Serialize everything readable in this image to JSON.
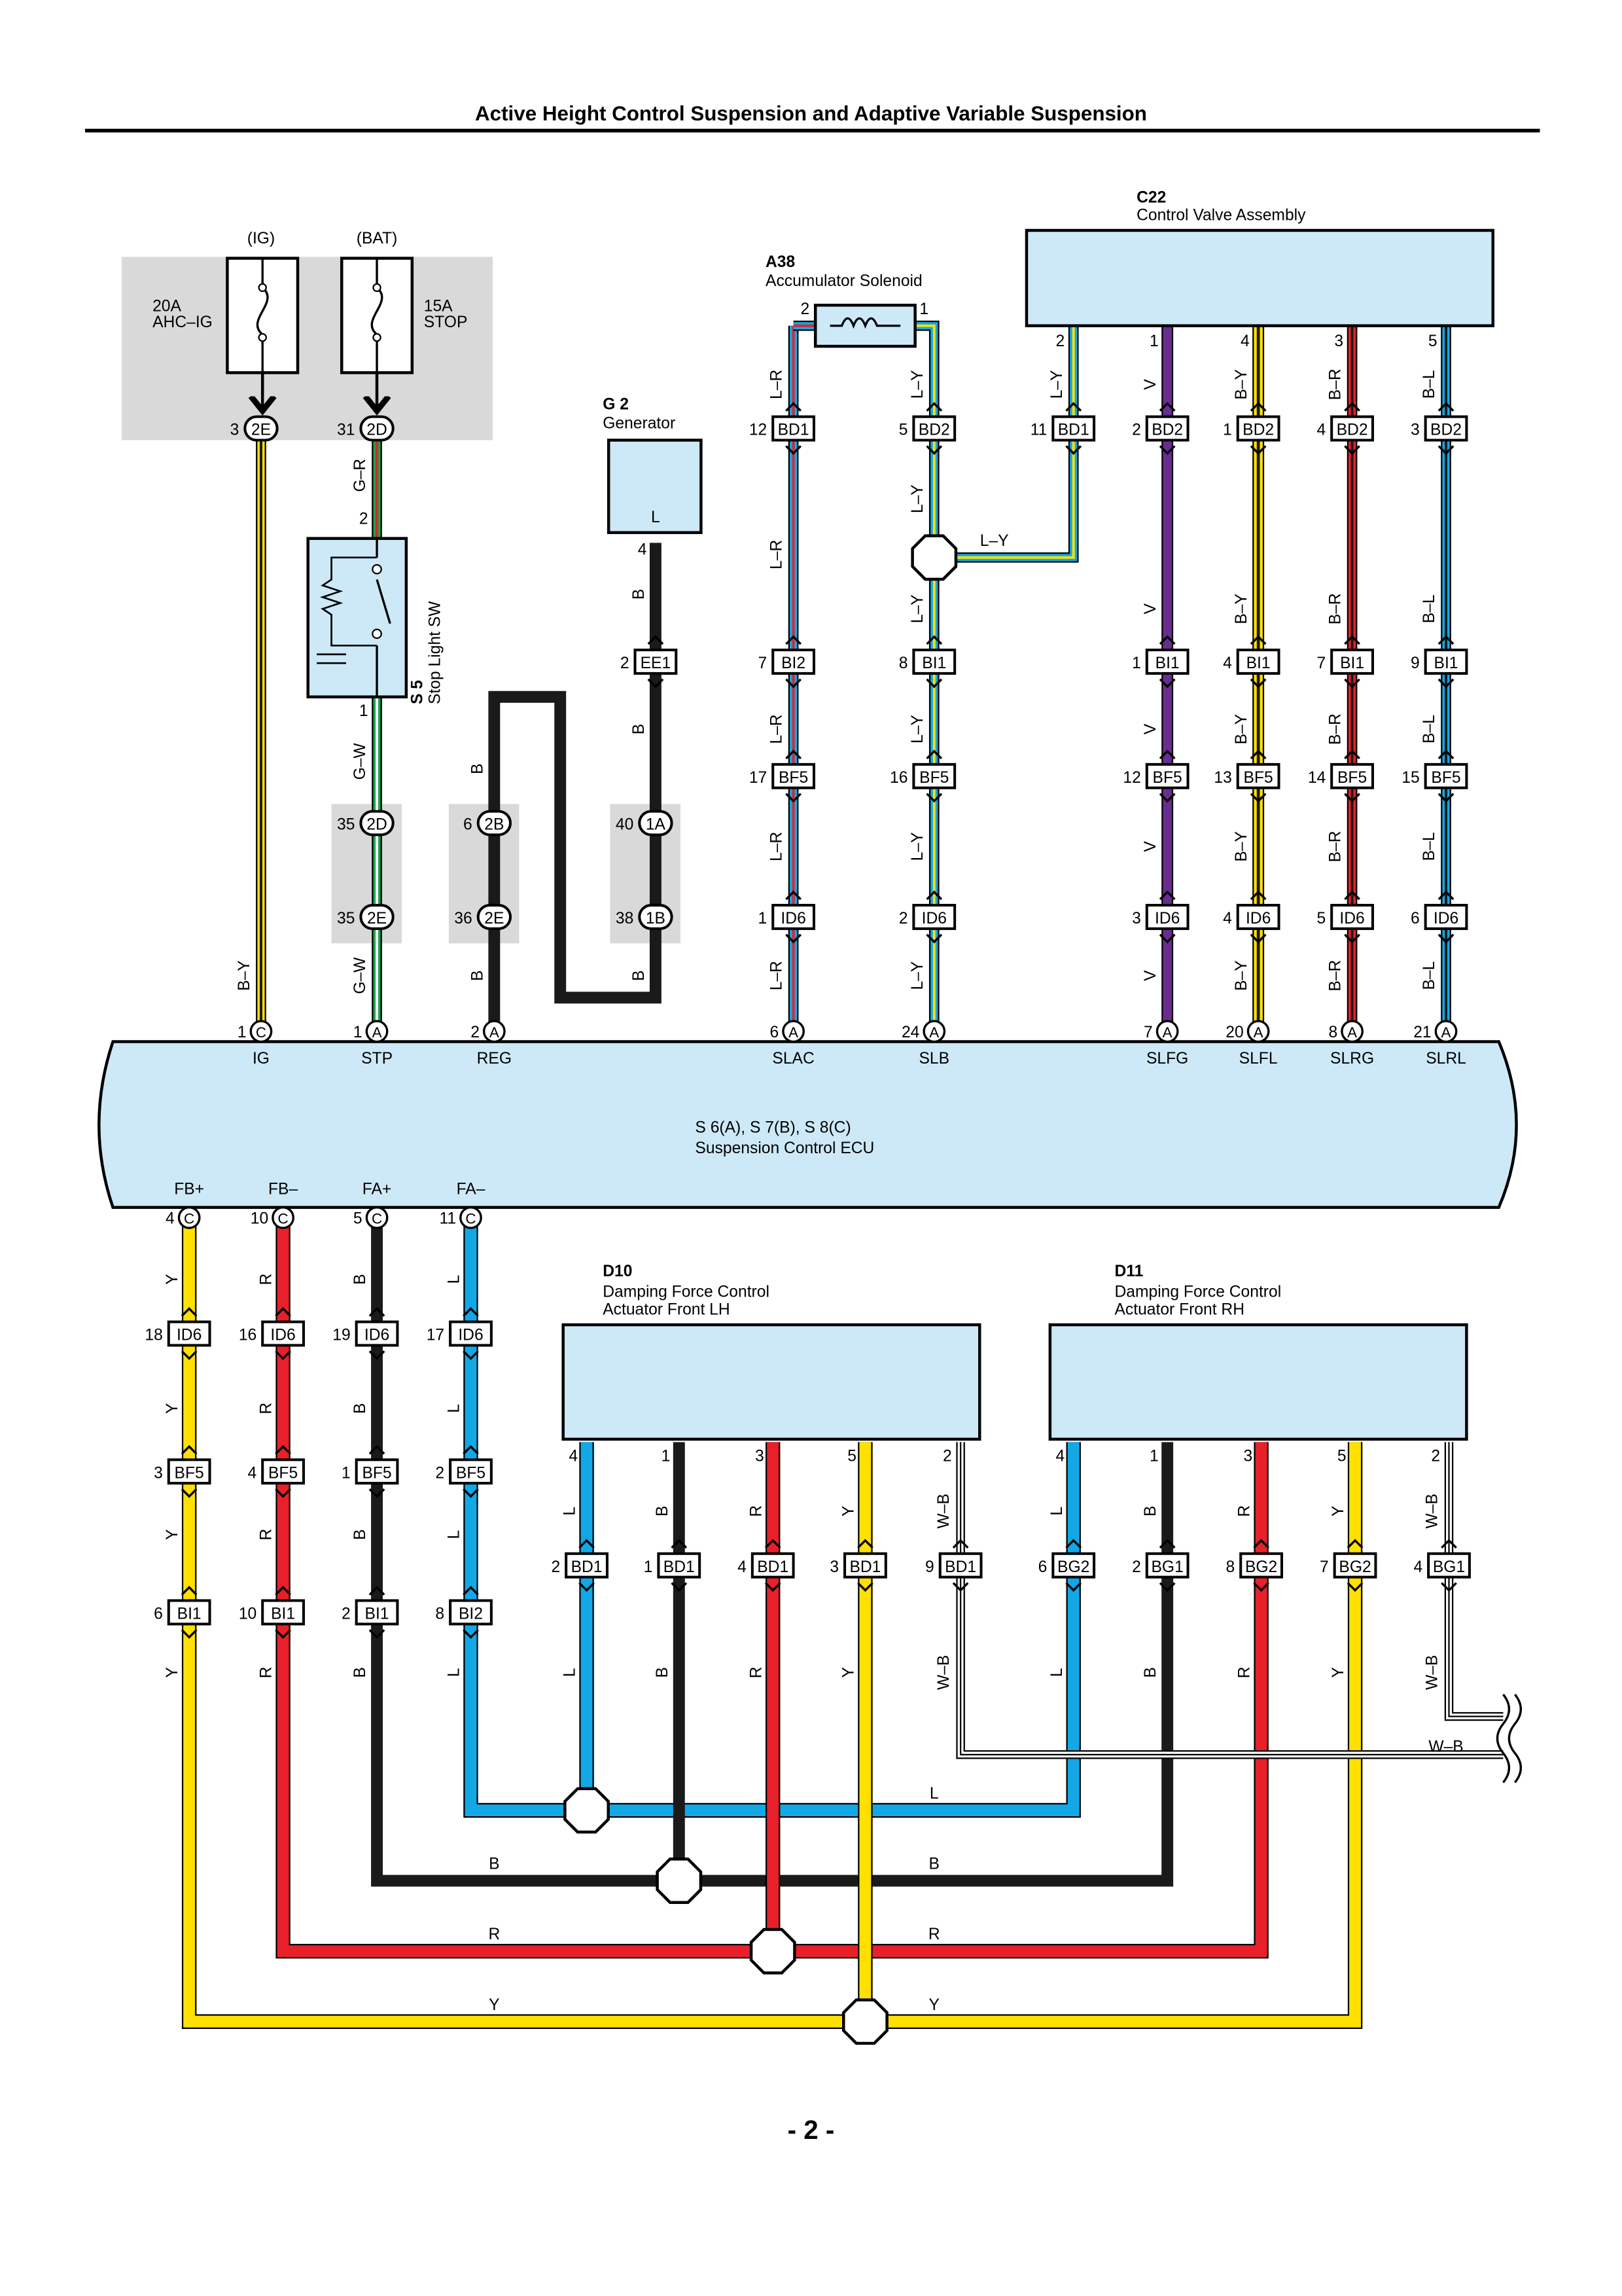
{
  "page": {
    "title": "Active Height Control Suspension and Adaptive Variable Suspension",
    "page_number": "- 2 -"
  },
  "colors": {
    "Y": "#ffe000",
    "R": "#e8202a",
    "B": "#1a1a1a",
    "L": "#12a8e6",
    "V": "#6a2c91",
    "G": "#1aa34a",
    "W": "#ffffff",
    "box": "#cde9f7",
    "shade": "#d9d9d9"
  },
  "fuses": [
    {
      "id": "ig",
      "supply": "(IG)",
      "rating": "20A",
      "name": "AHC–IG",
      "pin": "3",
      "conn": "2E"
    },
    {
      "id": "bat",
      "supply": "(BAT)",
      "rating": "15A",
      "name": "STOP",
      "pin": "31",
      "conn": "2D"
    }
  ],
  "components": {
    "a38": {
      "code": "A38",
      "name": "Accumulator Solenoid",
      "pin_l": "2",
      "pin_r": "1"
    },
    "c22": {
      "code": "C22",
      "name": "Control Valve Assembly"
    },
    "g2": {
      "code": "G 2",
      "name": "Generator",
      "terminal": "L",
      "pin": "4"
    },
    "s5": {
      "code": "S 5",
      "name": "Stop Light SW",
      "pin_top": "2",
      "pin_bot": "1"
    },
    "ecu": {
      "line1": "S 6(A), S 7(B), S 8(C)",
      "line2": "Suspension Control ECU"
    },
    "d10": {
      "code": "D10",
      "line1": "Damping Force Control",
      "line2": "Actuator Front LH"
    },
    "d11": {
      "code": "D11",
      "line1": "Damping Force Control",
      "line2": "Actuator Front RH"
    }
  },
  "connectors": [
    {
      "id": "c01",
      "pin": "12",
      "conn": "BD1"
    },
    {
      "id": "c02",
      "pin": "5",
      "conn": "BD2"
    },
    {
      "id": "c03",
      "pin": "11",
      "conn": "BD1"
    },
    {
      "id": "c04",
      "pin": "2",
      "conn": "BD2"
    },
    {
      "id": "c05",
      "pin": "1",
      "conn": "BD2"
    },
    {
      "id": "c06",
      "pin": "4",
      "conn": "BD2"
    },
    {
      "id": "c07",
      "pin": "3",
      "conn": "BD2"
    },
    {
      "id": "c08",
      "pin": "2",
      "conn": "EE1"
    },
    {
      "id": "c09",
      "pin": "7",
      "conn": "BI2"
    },
    {
      "id": "c10",
      "pin": "8",
      "conn": "BI1"
    },
    {
      "id": "c11",
      "pin": "1",
      "conn": "BI1"
    },
    {
      "id": "c12",
      "pin": "4",
      "conn": "BI1"
    },
    {
      "id": "c13",
      "pin": "7",
      "conn": "BI1"
    },
    {
      "id": "c14",
      "pin": "9",
      "conn": "BI1"
    },
    {
      "id": "c15",
      "pin": "17",
      "conn": "BF5"
    },
    {
      "id": "c16",
      "pin": "16",
      "conn": "BF5"
    },
    {
      "id": "c17",
      "pin": "12",
      "conn": "BF5"
    },
    {
      "id": "c18",
      "pin": "13",
      "conn": "BF5"
    },
    {
      "id": "c19",
      "pin": "14",
      "conn": "BF5"
    },
    {
      "id": "c20",
      "pin": "15",
      "conn": "BF5"
    },
    {
      "id": "c21",
      "pin": "1",
      "conn": "ID6"
    },
    {
      "id": "c22",
      "pin": "2",
      "conn": "ID6"
    },
    {
      "id": "c23",
      "pin": "3",
      "conn": "ID6"
    },
    {
      "id": "c24",
      "pin": "4",
      "conn": "ID6"
    },
    {
      "id": "c25",
      "pin": "5",
      "conn": "ID6"
    },
    {
      "id": "c26",
      "pin": "6",
      "conn": "ID6"
    },
    {
      "id": "c27",
      "pin": "18",
      "conn": "ID6"
    },
    {
      "id": "c28",
      "pin": "16",
      "conn": "ID6"
    },
    {
      "id": "c29",
      "pin": "19",
      "conn": "ID6"
    },
    {
      "id": "c30",
      "pin": "17",
      "conn": "ID6"
    },
    {
      "id": "c31",
      "pin": "3",
      "conn": "BF5"
    },
    {
      "id": "c32",
      "pin": "4",
      "conn": "BF5"
    },
    {
      "id": "c33",
      "pin": "1",
      "conn": "BF5"
    },
    {
      "id": "c34",
      "pin": "2",
      "conn": "BF5"
    },
    {
      "id": "c35",
      "pin": "6",
      "conn": "BI1"
    },
    {
      "id": "c36",
      "pin": "10",
      "conn": "BI1"
    },
    {
      "id": "c37",
      "pin": "2",
      "conn": "BI1"
    },
    {
      "id": "c38",
      "pin": "8",
      "conn": "BI2"
    },
    {
      "id": "c39",
      "pin": "2",
      "conn": "BD1"
    },
    {
      "id": "c40",
      "pin": "1",
      "conn": "BD1"
    },
    {
      "id": "c41",
      "pin": "4",
      "conn": "BD1"
    },
    {
      "id": "c42",
      "pin": "3",
      "conn": "BD1"
    },
    {
      "id": "c43",
      "pin": "9",
      "conn": "BD1"
    },
    {
      "id": "c44",
      "pin": "6",
      "conn": "BG2"
    },
    {
      "id": "c45",
      "pin": "2",
      "conn": "BG1"
    },
    {
      "id": "c46",
      "pin": "8",
      "conn": "BG2"
    },
    {
      "id": "c47",
      "pin": "7",
      "conn": "BG2"
    },
    {
      "id": "c48",
      "pin": "4",
      "conn": "BG1"
    }
  ],
  "joints": [
    {
      "id": "j01",
      "pin": "35",
      "conn": "2D"
    },
    {
      "id": "j02",
      "pin": "35",
      "conn": "2E"
    },
    {
      "id": "j03",
      "pin": "6",
      "conn": "2B"
    },
    {
      "id": "j04",
      "pin": "36",
      "conn": "2E"
    },
    {
      "id": "j05",
      "pin": "40",
      "conn": "1A"
    },
    {
      "id": "j06",
      "pin": "38",
      "conn": "1B"
    }
  ],
  "ecu_pins": [
    {
      "id": "p01",
      "pin": "1",
      "conn": "C",
      "name": "IG"
    },
    {
      "id": "p02",
      "pin": "1",
      "conn": "A",
      "name": "STP"
    },
    {
      "id": "p03",
      "pin": "2",
      "conn": "A",
      "name": "REG"
    },
    {
      "id": "p04",
      "pin": "6",
      "conn": "A",
      "name": "SLAC"
    },
    {
      "id": "p05",
      "pin": "24",
      "conn": "A",
      "name": "SLB"
    },
    {
      "id": "p06",
      "pin": "7",
      "conn": "A",
      "name": "SLFG"
    },
    {
      "id": "p07",
      "pin": "20",
      "conn": "A",
      "name": "SLFL"
    },
    {
      "id": "p08",
      "pin": "8",
      "conn": "A",
      "name": "SLRG"
    },
    {
      "id": "p09",
      "pin": "21",
      "conn": "A",
      "name": "SLRL"
    },
    {
      "id": "p10",
      "pin": "4",
      "conn": "C",
      "name": "FB+"
    },
    {
      "id": "p11",
      "pin": "10",
      "conn": "C",
      "name": "FB–"
    },
    {
      "id": "p12",
      "pin": "5",
      "conn": "C",
      "name": "FA+"
    },
    {
      "id": "p13",
      "pin": "11",
      "conn": "C",
      "name": "FA–"
    }
  ],
  "pin_numbers": [
    {
      "id": "n01",
      "text": "2"
    },
    {
      "id": "n02",
      "text": "1"
    },
    {
      "id": "n03",
      "text": "4"
    },
    {
      "id": "n04",
      "text": "3"
    },
    {
      "id": "n05",
      "text": "5"
    },
    {
      "id": "n06",
      "text": "4"
    },
    {
      "id": "n07",
      "text": "1"
    },
    {
      "id": "n08",
      "text": "3"
    },
    {
      "id": "n09",
      "text": "5"
    },
    {
      "id": "n10",
      "text": "2"
    },
    {
      "id": "n11",
      "text": "4"
    },
    {
      "id": "n12",
      "text": "1"
    },
    {
      "id": "n13",
      "text": "3"
    },
    {
      "id": "n14",
      "text": "5"
    },
    {
      "id": "n15",
      "text": "2"
    }
  ],
  "wire_labels": [
    {
      "id": "w01",
      "text": "L–R"
    },
    {
      "id": "w02",
      "text": "L–Y"
    },
    {
      "id": "w03",
      "text": "L–Y"
    },
    {
      "id": "w04",
      "text": "V"
    },
    {
      "id": "w05",
      "text": "B–Y"
    },
    {
      "id": "w06",
      "text": "B–R"
    },
    {
      "id": "w07",
      "text": "B–L"
    },
    {
      "id": "w08",
      "text": "G–R"
    },
    {
      "id": "w09",
      "text": "L–Y"
    },
    {
      "id": "w10",
      "text": "L–R"
    },
    {
      "id": "w11",
      "text": "L–Y"
    },
    {
      "id": "w12",
      "text": "L–Y"
    },
    {
      "id": "w13",
      "text": "V"
    },
    {
      "id": "w14",
      "text": "B–Y"
    },
    {
      "id": "w15",
      "text": "B–R"
    },
    {
      "id": "w16",
      "text": "B–L"
    },
    {
      "id": "w17",
      "text": "B"
    },
    {
      "id": "w18",
      "text": "B"
    },
    {
      "id": "w19",
      "text": "L–R"
    },
    {
      "id": "w20",
      "text": "L–Y"
    },
    {
      "id": "w21",
      "text": "V"
    },
    {
      "id": "w22",
      "text": "B–Y"
    },
    {
      "id": "w23",
      "text": "B–R"
    },
    {
      "id": "w24",
      "text": "B–L"
    },
    {
      "id": "w25",
      "text": "L–R"
    },
    {
      "id": "w26",
      "text": "L–Y"
    },
    {
      "id": "w27",
      "text": "V"
    },
    {
      "id": "w28",
      "text": "B–Y"
    },
    {
      "id": "w29",
      "text": "B–R"
    },
    {
      "id": "w30",
      "text": "B–L"
    },
    {
      "id": "w31",
      "text": "L–R"
    },
    {
      "id": "w32",
      "text": "L–Y"
    },
    {
      "id": "w33",
      "text": "V"
    },
    {
      "id": "w34",
      "text": "B–Y"
    },
    {
      "id": "w35",
      "text": "B–R"
    },
    {
      "id": "w36",
      "text": "B–L"
    },
    {
      "id": "w37",
      "text": "G–W"
    },
    {
      "id": "w38",
      "text": "B"
    },
    {
      "id": "w39",
      "text": "G–W"
    },
    {
      "id": "w40",
      "text": "B"
    },
    {
      "id": "w41",
      "text": "B"
    },
    {
      "id": "w42",
      "text": "B–Y"
    },
    {
      "id": "w43",
      "text": "Y"
    },
    {
      "id": "w44",
      "text": "R"
    },
    {
      "id": "w45",
      "text": "B"
    },
    {
      "id": "w46",
      "text": "L"
    },
    {
      "id": "w47",
      "text": "Y"
    },
    {
      "id": "w48",
      "text": "R"
    },
    {
      "id": "w49",
      "text": "B"
    },
    {
      "id": "w50",
      "text": "L"
    },
    {
      "id": "w51",
      "text": "Y"
    },
    {
      "id": "w52",
      "text": "R"
    },
    {
      "id": "w53",
      "text": "B"
    },
    {
      "id": "w54",
      "text": "L"
    },
    {
      "id": "w55",
      "text": "Y"
    },
    {
      "id": "w56",
      "text": "R"
    },
    {
      "id": "w57",
      "text": "B"
    },
    {
      "id": "w58",
      "text": "L"
    },
    {
      "id": "w59",
      "text": "L"
    },
    {
      "id": "w60",
      "text": "B"
    },
    {
      "id": "w61",
      "text": "R"
    },
    {
      "id": "w62",
      "text": "Y"
    },
    {
      "id": "w63",
      "text": "W–B"
    },
    {
      "id": "w64",
      "text": "L"
    },
    {
      "id": "w65",
      "text": "B"
    },
    {
      "id": "w66",
      "text": "R"
    },
    {
      "id": "w67",
      "text": "Y"
    },
    {
      "id": "w68",
      "text": "W–B"
    },
    {
      "id": "w69",
      "text": "L"
    },
    {
      "id": "w70",
      "text": "B"
    },
    {
      "id": "w71",
      "text": "R"
    },
    {
      "id": "w72",
      "text": "Y"
    },
    {
      "id": "w73",
      "text": "W–B"
    },
    {
      "id": "w74",
      "text": "L"
    },
    {
      "id": "w75",
      "text": "B"
    },
    {
      "id": "w76",
      "text": "R"
    },
    {
      "id": "w77",
      "text": "Y"
    },
    {
      "id": "w78",
      "text": "W–B"
    },
    {
      "id": "w79",
      "text": "W–B"
    },
    {
      "id": "w80",
      "text": "L"
    },
    {
      "id": "w81",
      "text": "B"
    },
    {
      "id": "w82",
      "text": "B"
    },
    {
      "id": "w83",
      "text": "R"
    },
    {
      "id": "w84",
      "text": "R"
    },
    {
      "id": "w85",
      "text": "Y"
    },
    {
      "id": "w86",
      "text": "Y"
    }
  ]
}
